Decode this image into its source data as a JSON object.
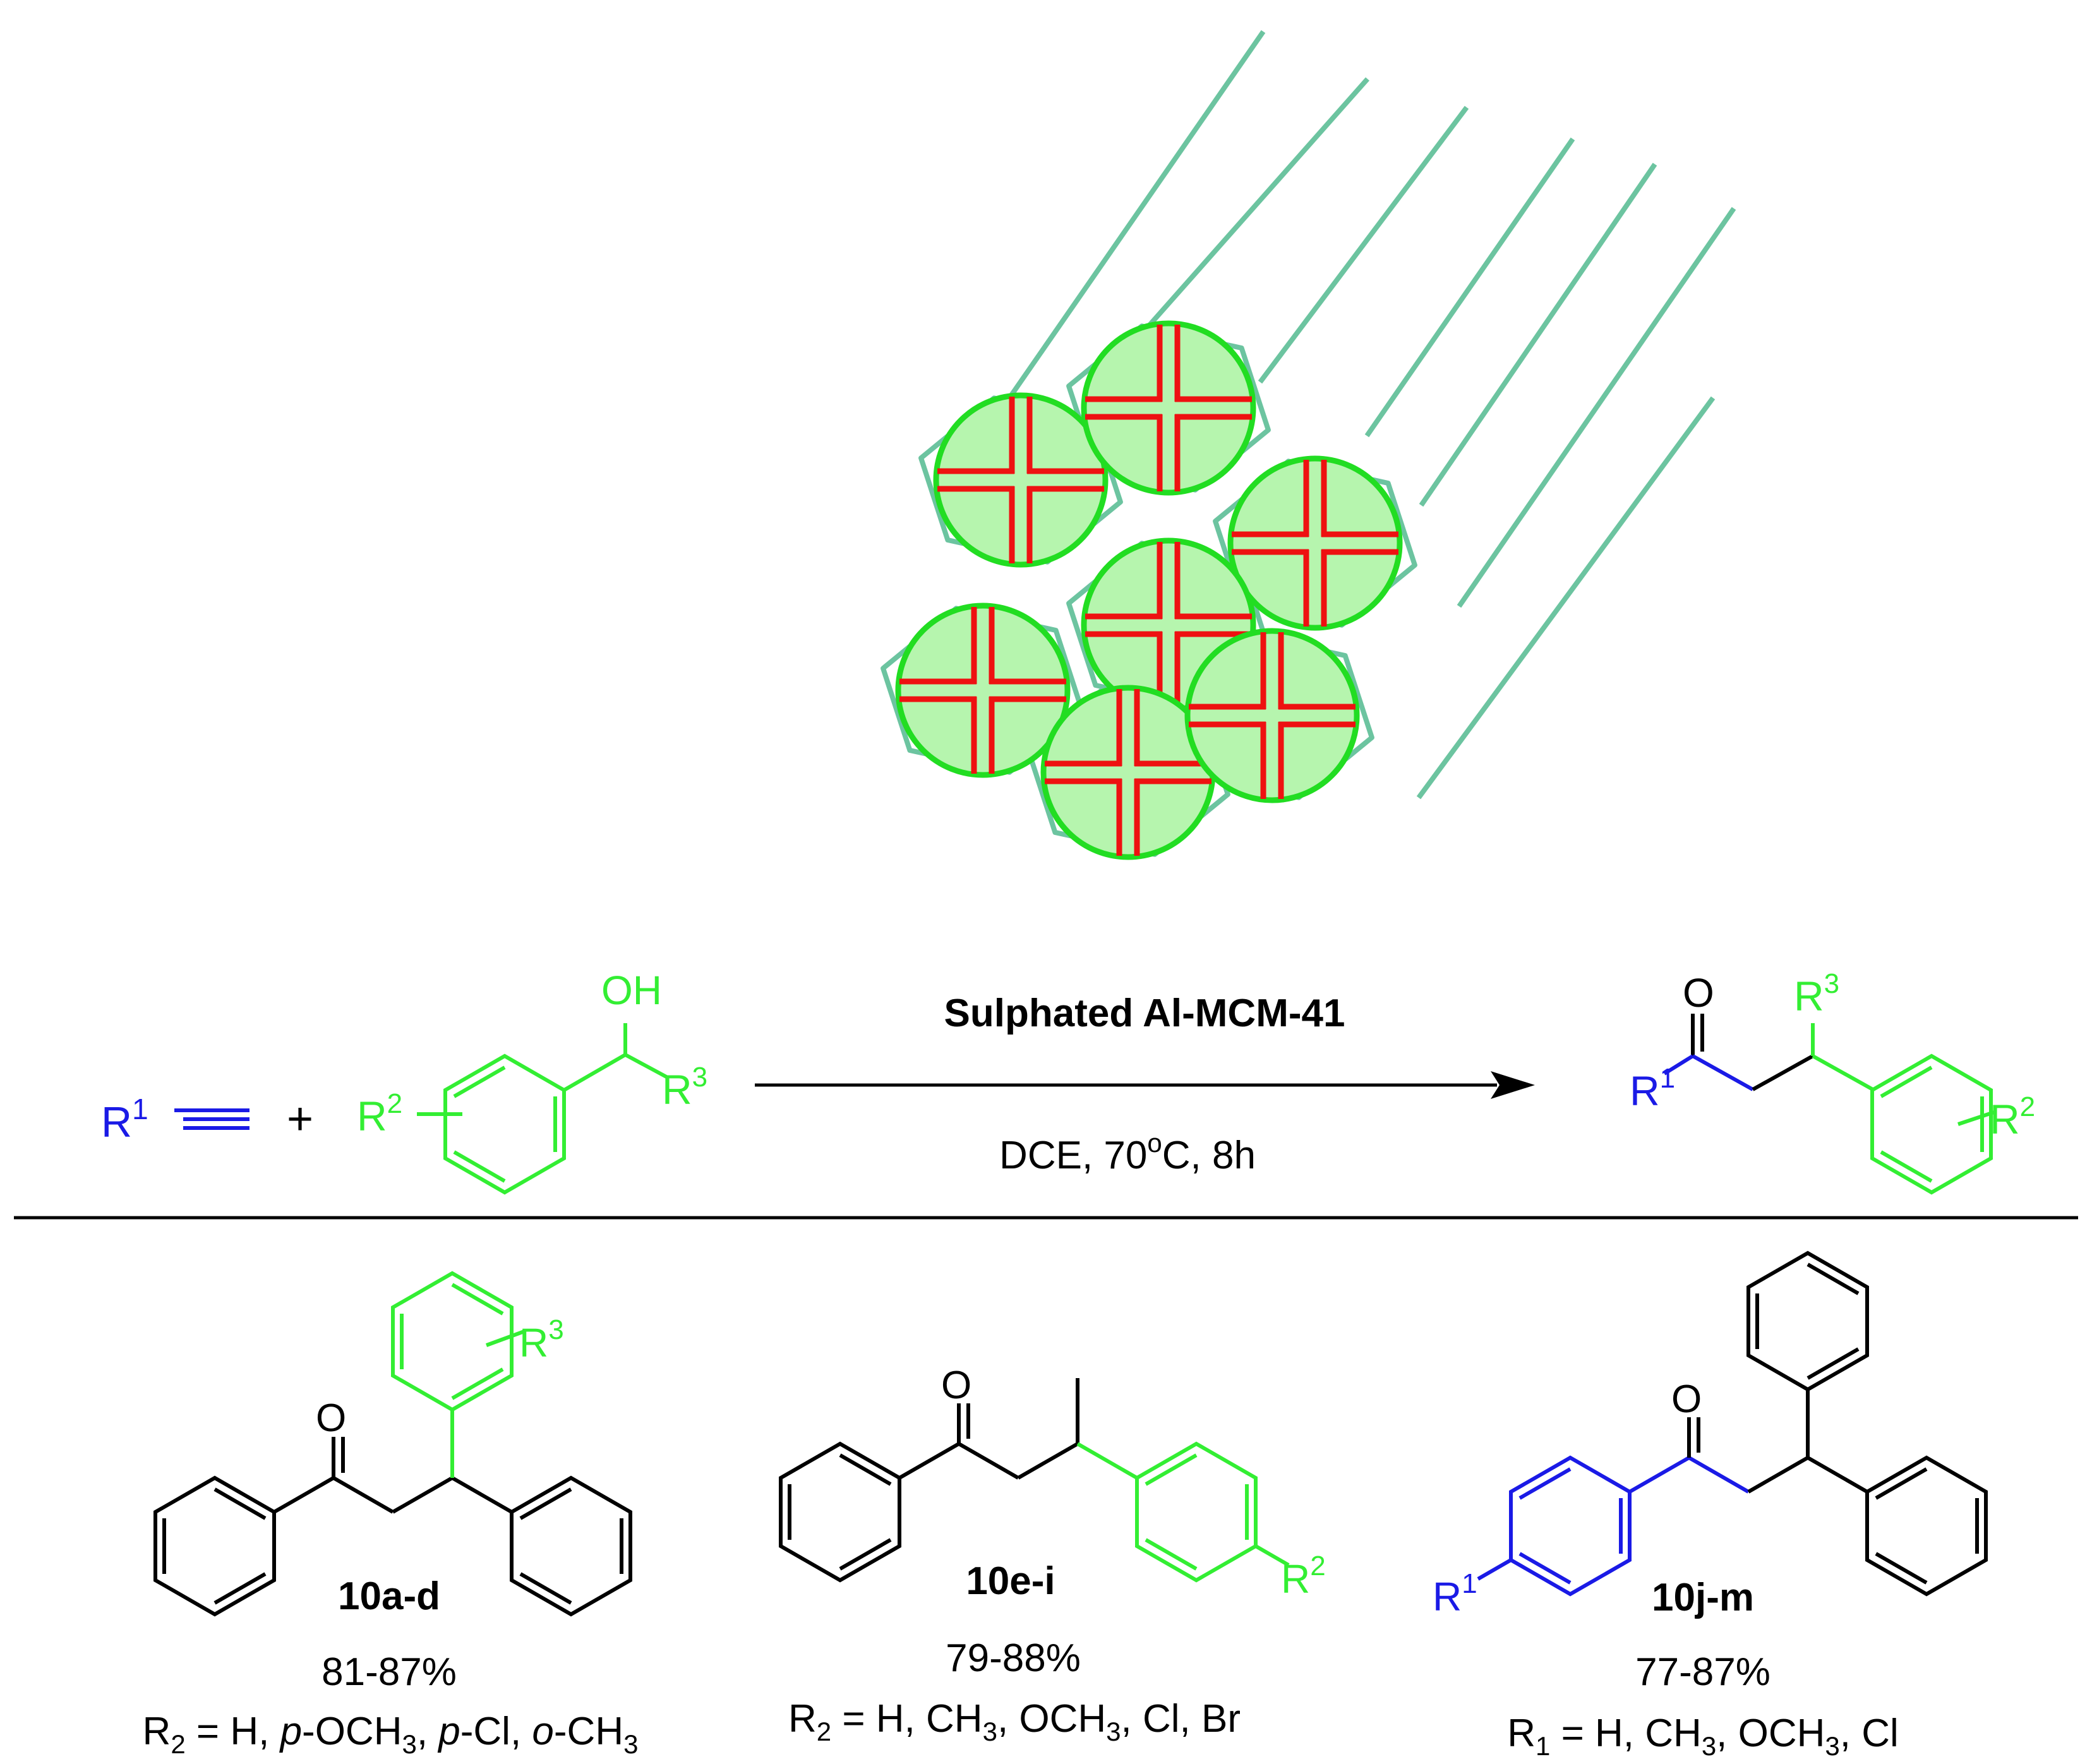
{
  "reaction": {
    "catalyst": "Sulphated Al-MCM-41",
    "conditions": {
      "solvent_temp": "DCE, 70",
      "deg": "o",
      "rest": "C, 8h"
    },
    "plus": "+",
    "reactant_alkyne": {
      "R": "R",
      "sup": "1"
    },
    "reactant_alcohol": {
      "OH": "OH",
      "R2": "R",
      "R2_sup": "2",
      "R3": "R",
      "R3_sup": "3"
    },
    "product": {
      "O": "O",
      "R1": "R",
      "R1_sup": "1",
      "R3": "R",
      "R3_sup": "3",
      "R2": "R",
      "R2_sup": "2"
    }
  },
  "compounds": [
    {
      "id": "10a-d",
      "yield": "81-87%",
      "sub_label": "R",
      "sub_index": "2",
      "sub_text": " = H, ",
      "sub_items": [
        "p",
        "-OCH",
        "3",
        ", ",
        "p",
        "-Cl, ",
        "o",
        "-CH",
        "3"
      ],
      "ring_sub": "R",
      "ring_sup": "3",
      "O": "O"
    },
    {
      "id": "10e-i",
      "yield": "79-88%",
      "sub_label": "R",
      "sub_index": "2",
      "sub_text": " = H, CH",
      "sub_3a": "3",
      "sub_mid": ", OCH",
      "sub_3b": "3",
      "sub_end": ", Cl, Br",
      "ring_sub": "R",
      "ring_sup": "2",
      "O": "O"
    },
    {
      "id": "10j-m",
      "yield": "77-87%",
      "sub_label": "R",
      "sub_index": "1",
      "sub_text": " = H, CH",
      "sub_3a": "3",
      "sub_mid": ", OCH",
      "sub_3b": "3",
      "sub_end": ", Cl",
      "ring_sub": "R",
      "ring_sup": "1",
      "O": "O"
    }
  ],
  "colors": {
    "tube": "#6CC4A0",
    "pore_fill": "#B6F5AE",
    "pore_ring": "#22DD22",
    "acid_bar": "#EE1111",
    "blue": "#1A1AE6",
    "green": "#33EE33",
    "black": "#000000"
  }
}
